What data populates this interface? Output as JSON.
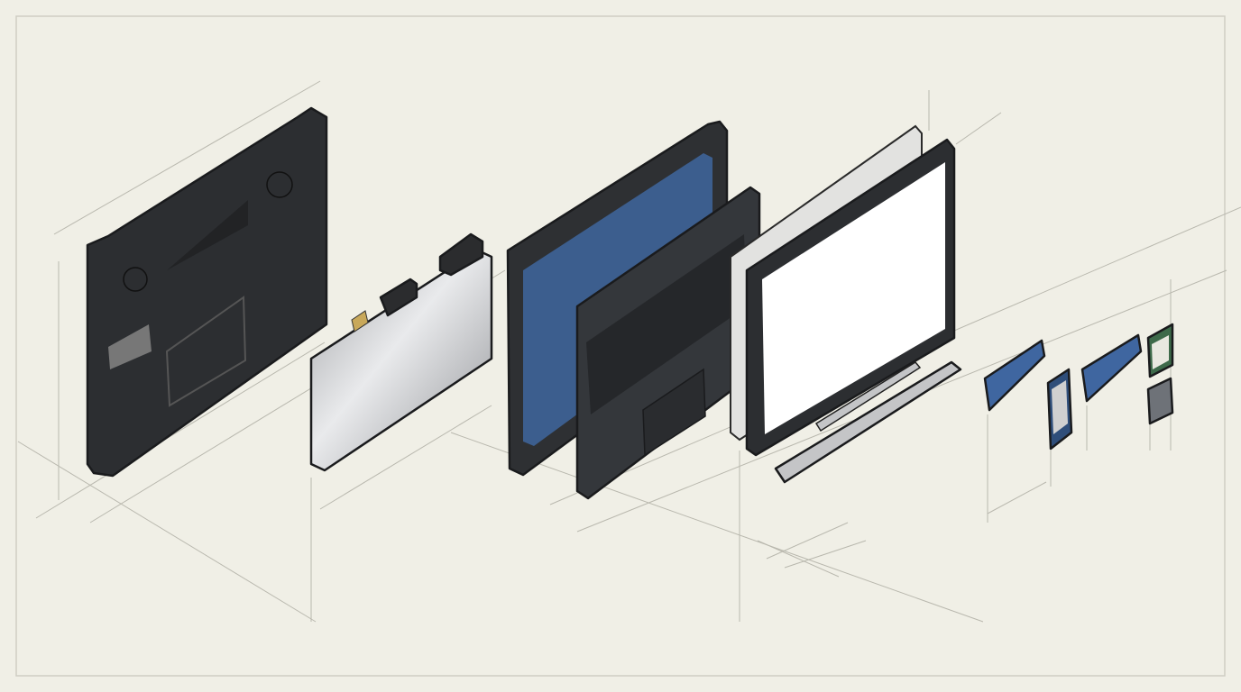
{
  "colors": {
    "background": "#f0efe6",
    "guide_lines": "#b9b8ae",
    "case_dark": "#2c2e31",
    "board_blue": "#3c5e8e",
    "battery_silver": "#c9cacc",
    "screen": "#ffffff",
    "ram_blue": "#3f66a0",
    "wifi_green": "#3d6a4a"
  },
  "components": [
    {
      "id": "bottom-case"
    },
    {
      "id": "battery"
    },
    {
      "id": "chassis-frame"
    },
    {
      "id": "keyboard-deck"
    },
    {
      "id": "display-back-cover"
    },
    {
      "id": "display-bezel"
    },
    {
      "id": "hinge-assembly"
    },
    {
      "id": "ram-module-1"
    },
    {
      "id": "m2-ssd"
    },
    {
      "id": "ram-module-2"
    },
    {
      "id": "wifi-card"
    },
    {
      "id": "small-module"
    }
  ]
}
